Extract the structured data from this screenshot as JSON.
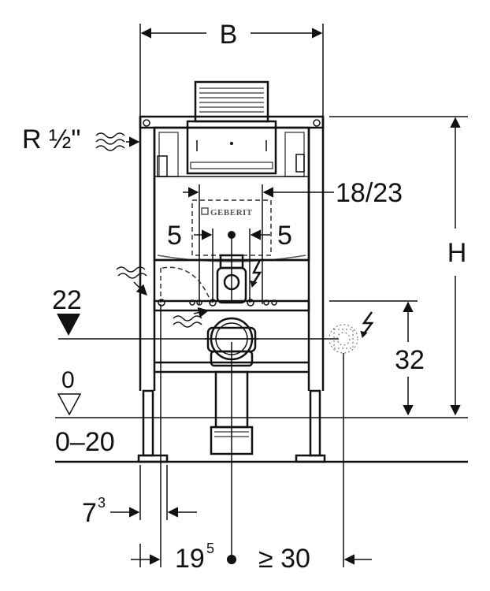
{
  "dimensions": {
    "width_label": "B",
    "height_label": "H",
    "connection_label": "R ½\"",
    "spacing_label": "18/23",
    "offset_left_label": "5",
    "offset_right_label": "5",
    "level_22_label": "22",
    "level_0_label": "0",
    "range_label": "0–20",
    "height_32_label": "32",
    "bottom_left_base": "7",
    "bottom_left_sup": "3",
    "bottom_mid_base": "19",
    "bottom_mid_sup": "5",
    "bottom_right_label": "≥ 30"
  },
  "brand": {
    "name": "GEBERIT"
  },
  "icons": {
    "water_wave": "wavy-arrow-icon",
    "electric": "lightning-icon",
    "level_marker": "triangle-level-icon",
    "socket": "socket-icon"
  }
}
